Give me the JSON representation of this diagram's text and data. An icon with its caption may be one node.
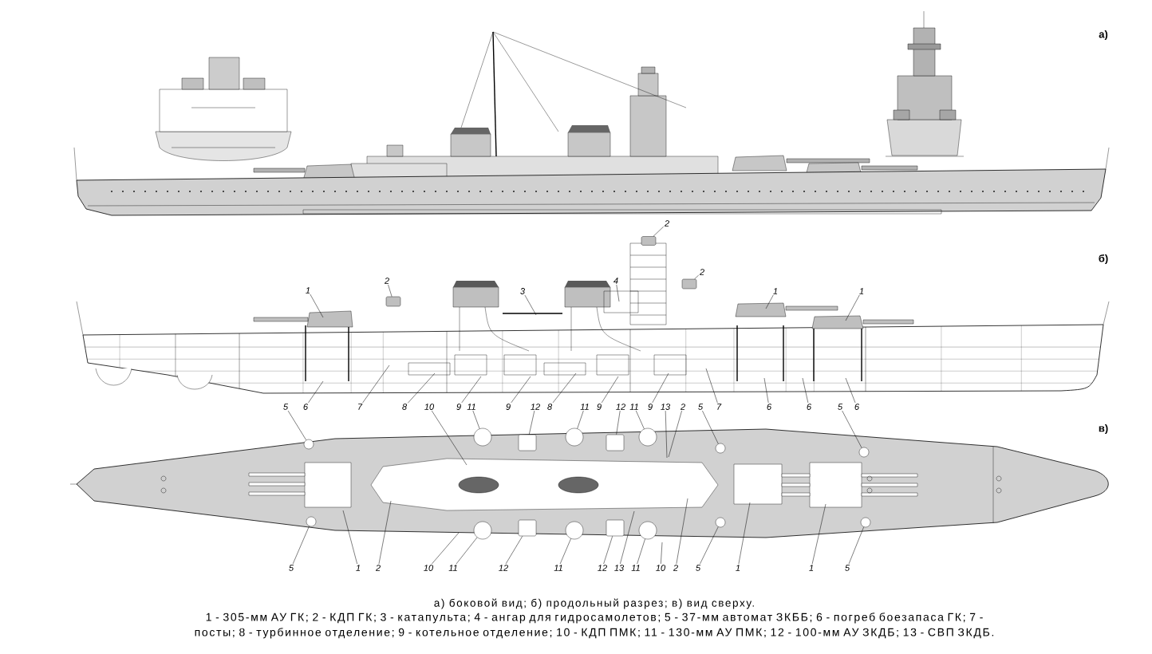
{
  "diagram": {
    "caption": "а) боковой вид; б) продольный разрез; в) вид сверху.",
    "nodes": [
      {
        "text": [
          "1"
        ]
      },
      {
        "text": [
          "2"
        ]
      },
      {
        "text": [
          "3"
        ]
      },
      {
        "text": [
          "4"
        ]
      },
      {
        "text": [
          "2"
        ]
      },
      {
        "text": [
          "2"
        ]
      },
      {
        "text": [
          "1"
        ]
      },
      {
        "text": [
          "1"
        ]
      },
      {
        "text": [
          "5"
        ]
      },
      {
        "text": [
          "6"
        ]
      },
      {
        "text": [
          "7"
        ]
      },
      {
        "text": [
          "8"
        ]
      },
      {
        "text": [
          "10"
        ]
      },
      {
        "text": [
          "9"
        ]
      },
      {
        "text": [
          "11"
        ]
      },
      {
        "text": [
          "9"
        ]
      },
      {
        "text": [
          "12"
        ]
      },
      {
        "text": [
          "8"
        ]
      },
      {
        "text": [
          "11"
        ]
      },
      {
        "text": [
          "9"
        ]
      },
      {
        "text": [
          "12"
        ]
      },
      {
        "text": [
          "11"
        ]
      },
      {
        "text": [
          "9"
        ]
      },
      {
        "text": [
          "13"
        ]
      },
      {
        "text": [
          "2"
        ]
      },
      {
        "text": [
          "5"
        ]
      },
      {
        "text": [
          "7"
        ]
      },
      {
        "text": [
          "6"
        ]
      },
      {
        "text": [
          "6"
        ]
      },
      {
        "text": [
          "5"
        ]
      },
      {
        "text": [
          "6"
        ]
      },
      {
        "text": [
          "5"
        ]
      },
      {
        "text": [
          "1"
        ]
      },
      {
        "text": [
          "2"
        ]
      },
      {
        "text": [
          "10"
        ]
      },
      {
        "text": [
          "11"
        ]
      },
      {
        "text": [
          "12"
        ]
      },
      {
        "text": [
          "11"
        ]
      },
      {
        "text": [
          "12"
        ]
      },
      {
        "text": [
          "13"
        ]
      },
      {
        "text": [
          "11"
        ]
      },
      {
        "text": [
          "10"
        ]
      },
      {
        "text": [
          "2"
        ]
      },
      {
        "text": [
          "5"
        ]
      },
      {
        "text": [
          "1"
        ]
      },
      {
        "text": [
          "1"
        ]
      },
      {
        "text": [
          "5"
        ]
      },
      {
        "text": [],
        "shape": "box"
      },
      {
        "text": [],
        "shape": "box"
      },
      {
        "text": [],
        "shape": "box"
      },
      {
        "text": [],
        "shape": "circle"
      },
      {
        "text": [],
        "shape": "circle"
      },
      {
        "text": [],
        "shape": "circle"
      },
      {
        "text": [],
        "shape": "circle"
      },
      {
        "text": [],
        "shape": "circle"
      },
      {
        "text": [],
        "shape": "circle"
      },
      {
        "text": [],
        "shape": "circle"
      },
      {
        "text": [],
        "shape": "circle"
      },
      {
        "text": [],
        "shape": "circle"
      },
      {
        "text": [],
        "shape": "circle"
      },
      {
        "text": [],
        "shape": "circle"
      },
      {
        "text": [],
        "shape": "circle"
      },
      {
        "text": [],
        "shape": "box"
      },
      {
        "text": [],
        "shape": "box"
      },
      {
        "text": [],
        "shape": "box"
      },
      {
        "text": [],
        "shape": "box"
      }
    ],
    "edges": [
      {
        "from": 0,
        "to": null,
        "arrow": "none"
      },
      {
        "from": 1,
        "to": 47,
        "arrow": "none"
      },
      {
        "from": 2,
        "to": null,
        "arrow": "none"
      },
      {
        "from": 3,
        "to": null,
        "arrow": "none"
      },
      {
        "from": 4,
        "to": 48,
        "arrow": "none"
      },
      {
        "from": 5,
        "to": 49,
        "arrow": "none"
      },
      {
        "from": 6,
        "to": null,
        "arrow": "none"
      },
      {
        "from": 7,
        "to": null,
        "arrow": "none"
      },
      {
        "from": 8,
        "to": 50,
        "arrow": "none"
      },
      {
        "from": 9,
        "to": null,
        "arrow": "none"
      },
      {
        "from": 10,
        "to": null,
        "arrow": "none"
      },
      {
        "from": 11,
        "to": null,
        "arrow": "none"
      },
      {
        "from": 12,
        "to": null,
        "arrow": "none"
      },
      {
        "from": 13,
        "to": null,
        "arrow": "none"
      },
      {
        "from": 14,
        "to": 56,
        "arrow": "none"
      },
      {
        "from": 15,
        "to": null,
        "arrow": "none"
      },
      {
        "from": 16,
        "to": 62,
        "arrow": "none"
      },
      {
        "from": 17,
        "to": null,
        "arrow": "none"
      },
      {
        "from": 18,
        "to": 58,
        "arrow": "none"
      },
      {
        "from": 19,
        "to": null,
        "arrow": "none"
      },
      {
        "from": 20,
        "to": 64,
        "arrow": "none"
      },
      {
        "from": 21,
        "to": 60,
        "arrow": "none"
      },
      {
        "from": 22,
        "to": null,
        "arrow": "none"
      },
      {
        "from": 23,
        "to": null,
        "arrow": "none"
      },
      {
        "from": 24,
        "to": null,
        "arrow": "none"
      },
      {
        "from": 25,
        "to": 52,
        "arrow": "none"
      },
      {
        "from": 26,
        "to": null,
        "arrow": "none"
      },
      {
        "from": 27,
        "to": null,
        "arrow": "none"
      },
      {
        "from": 28,
        "to": null,
        "arrow": "none"
      },
      {
        "from": 29,
        "to": 54,
        "arrow": "none"
      },
      {
        "from": 30,
        "to": null,
        "arrow": "none"
      },
      {
        "from": 31,
        "to": 51,
        "arrow": "none"
      },
      {
        "from": 32,
        "to": null,
        "arrow": "none"
      },
      {
        "from": 33,
        "to": null,
        "arrow": "none"
      },
      {
        "from": 34,
        "to": null,
        "arrow": "none"
      },
      {
        "from": 35,
        "to": 57,
        "arrow": "none"
      },
      {
        "from": 36,
        "to": 63,
        "arrow": "none"
      },
      {
        "from": 37,
        "to": 59,
        "arrow": "none"
      },
      {
        "from": 38,
        "to": 65,
        "arrow": "none"
      },
      {
        "from": 39,
        "to": null,
        "arrow": "none"
      },
      {
        "from": 40,
        "to": 61,
        "arrow": "none"
      },
      {
        "from": 41,
        "to": null,
        "arrow": "none"
      },
      {
        "from": 42,
        "to": null,
        "arrow": "none"
      },
      {
        "from": 43,
        "to": 53,
        "arrow": "none"
      },
      {
        "from": 44,
        "to": null,
        "arrow": "none"
      },
      {
        "from": 45,
        "to": null,
        "arrow": "none"
      },
      {
        "from": 46,
        "to": 55,
        "arrow": "none"
      }
    ],
    "labels": [
      "а)",
      "б)",
      "в)",
      "1 - 305-мм АУ ГК; 2 - КДП ГК; 3 - катапульта; 4 - ангар для гидросамолетов; 5 - 37-мм автомат ЗКББ; 6 - погреб боезапаса ГК; 7 - посты; 8 - турбинное отделение; 9 - котельное отделение; 10 - КДП ПМК; 11 - 130-мм АУ ПМК; 12 - 100-мм АУ ЗКДБ; 13 - СВП ЗКДБ."
    ]
  }
}
